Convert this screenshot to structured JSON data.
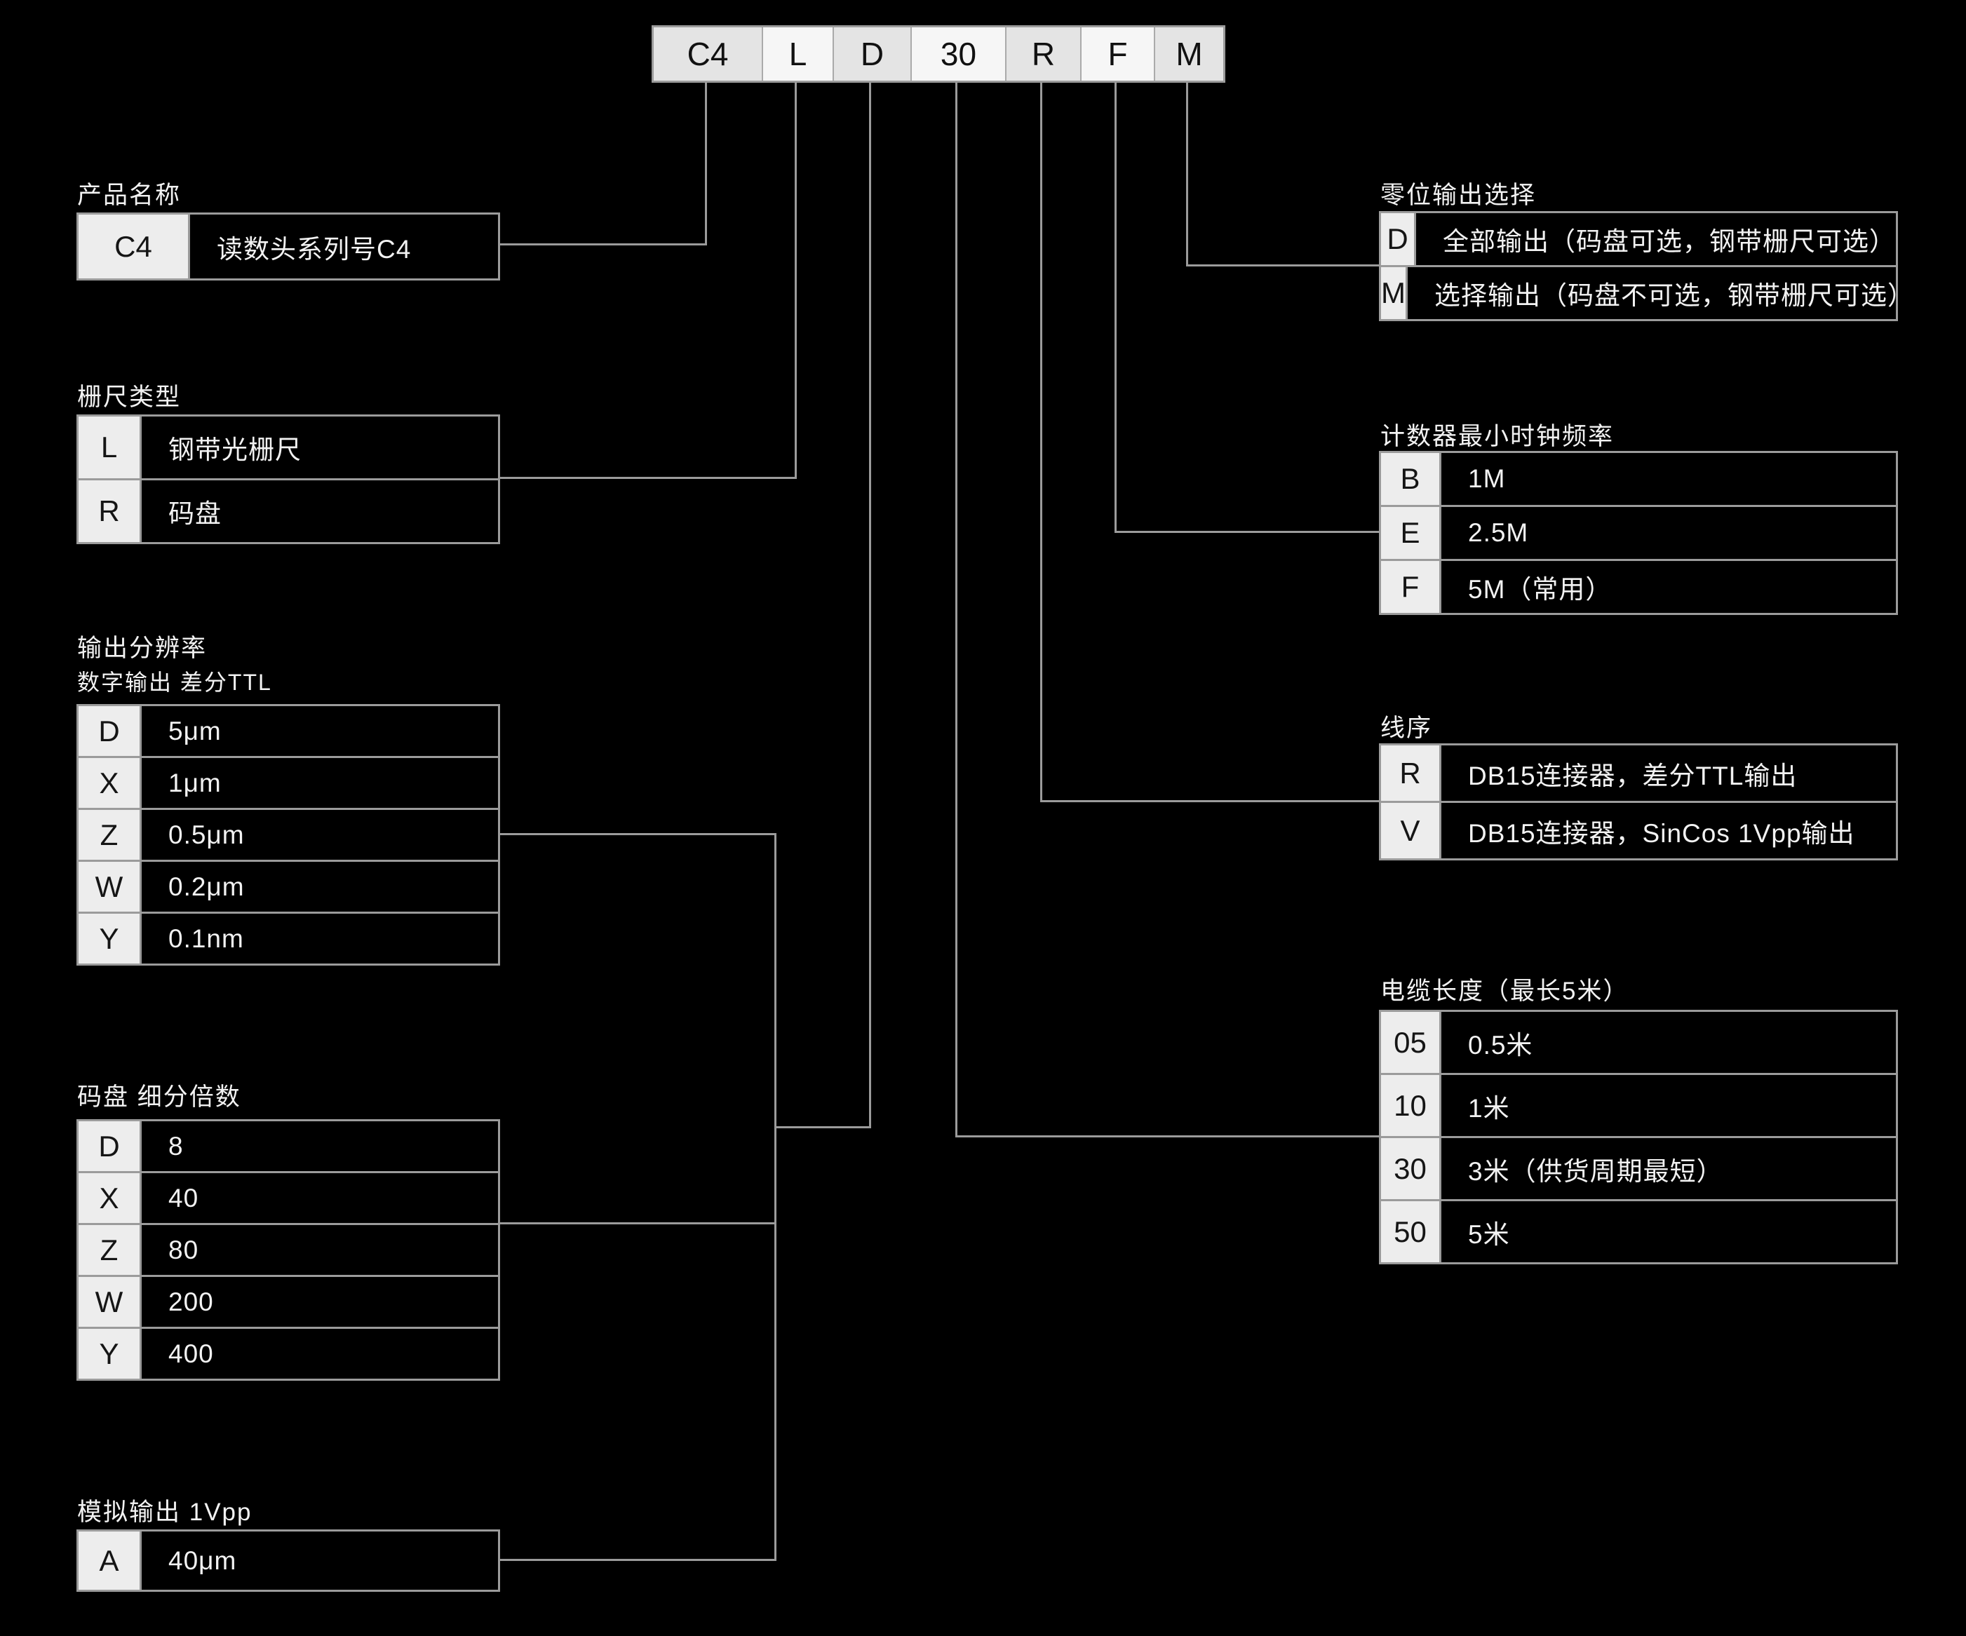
{
  "code_boxes": [
    "C4",
    "L",
    "D",
    "30",
    "R",
    "F",
    "M"
  ],
  "left_sections": [
    {
      "label": "产品名称",
      "rows": [
        {
          "code": "C4",
          "desc": "读数头系列号C4"
        }
      ]
    },
    {
      "label": "栅尺类型",
      "rows": [
        {
          "code": "L",
          "desc": "钢带光栅尺"
        },
        {
          "code": "R",
          "desc": "码盘"
        }
      ]
    },
    {
      "label": "输出分辨率",
      "sublabel": "数字输出 差分TTL",
      "rows": [
        {
          "code": "D",
          "desc": "5μm"
        },
        {
          "code": "X",
          "desc": "1μm"
        },
        {
          "code": "Z",
          "desc": "0.5μm"
        },
        {
          "code": "W",
          "desc": "0.2μm"
        },
        {
          "code": "Y",
          "desc": "0.1nm"
        }
      ]
    },
    {
      "label": "码盘 细分倍数",
      "rows": [
        {
          "code": "D",
          "desc": "8"
        },
        {
          "code": "X",
          "desc": "40"
        },
        {
          "code": "Z",
          "desc": "80"
        },
        {
          "code": "W",
          "desc": "200"
        },
        {
          "code": "Y",
          "desc": "400"
        }
      ]
    },
    {
      "label": "模拟输出 1Vpp",
      "rows": [
        {
          "code": "A",
          "desc": "40μm"
        }
      ]
    }
  ],
  "right_sections": [
    {
      "label": "零位输出选择",
      "rows": [
        {
          "code": "D",
          "desc": "全部输出（码盘可选，钢带栅尺可选）"
        },
        {
          "code": "M",
          "desc": "选择输出（码盘不可选，钢带栅尺可选）"
        }
      ]
    },
    {
      "label": "计数器最小时钟频率",
      "rows": [
        {
          "code": "B",
          "desc": "1M"
        },
        {
          "code": "E",
          "desc": "2.5M"
        },
        {
          "code": "F",
          "desc": "5M（常用）"
        }
      ]
    },
    {
      "label": "线序",
      "rows": [
        {
          "code": "R",
          "desc": "DB15连接器，差分TTL输出"
        },
        {
          "code": "V",
          "desc": "DB15连接器，SinCos 1Vpp输出"
        }
      ]
    },
    {
      "label": "电缆长度（最长5米）",
      "rows": [
        {
          "code": "05",
          "desc": "0.5米"
        },
        {
          "code": "10",
          "desc": "1米"
        },
        {
          "code": "30",
          "desc": "3米（供货周期最短）"
        },
        {
          "code": "50",
          "desc": "5米"
        }
      ]
    }
  ],
  "colors": {
    "background": "#000000",
    "line": "#9b9b9b",
    "cell_background": "#ededed",
    "text": "#f2f2f2"
  }
}
